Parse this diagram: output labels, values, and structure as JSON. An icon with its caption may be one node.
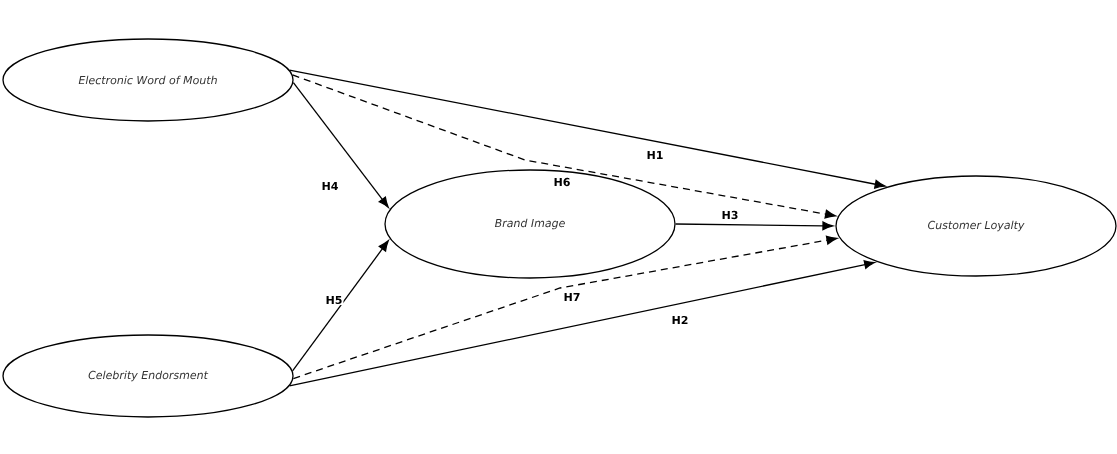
{
  "diagram": {
    "nodes": [
      {
        "text": [
          "Electronic Word of Mouth"
        ]
      },
      {
        "text": [
          "Brand Image"
        ]
      },
      {
        "text": [
          "Customer Loyalty"
        ]
      },
      {
        "text": [
          "Celebrity Endorsment"
        ]
      }
    ],
    "edges": [
      {
        "from": 0,
        "to": 2,
        "arrow": "to",
        "label": "H1"
      },
      {
        "from": 0,
        "to": 2,
        "arrow": "to",
        "label": "H6",
        "style": "dashed"
      },
      {
        "from": 0,
        "to": 1,
        "arrow": "to",
        "label": "H4"
      },
      {
        "from": 1,
        "to": 2,
        "arrow": "to",
        "label": "H3"
      },
      {
        "from": 3,
        "to": 1,
        "arrow": "to",
        "label": "H5"
      },
      {
        "from": 3,
        "to": 2,
        "arrow": "to",
        "label": "H7",
        "style": "dashed"
      },
      {
        "from": 3,
        "to": 2,
        "arrow": "to",
        "label": "H2"
      }
    ]
  }
}
